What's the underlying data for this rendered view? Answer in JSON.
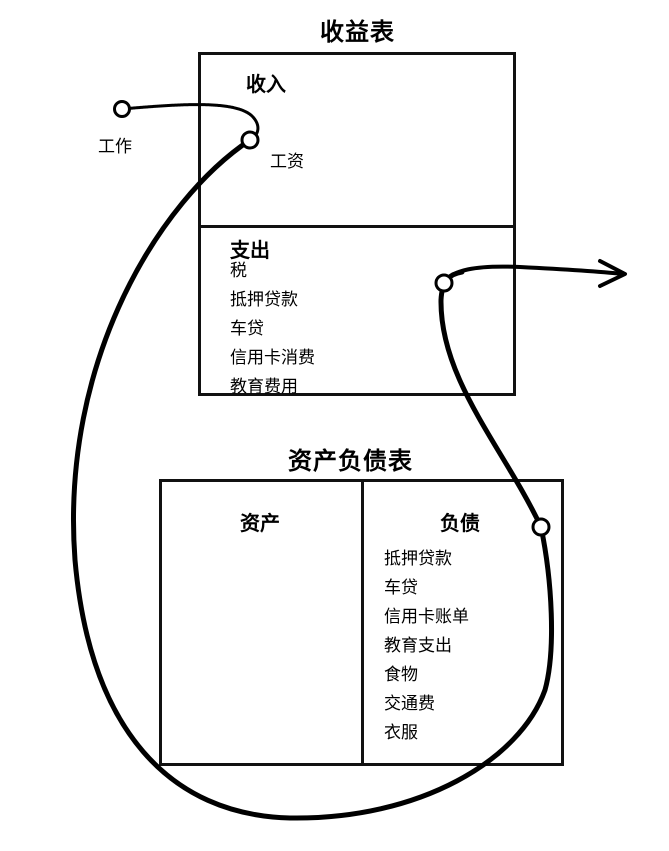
{
  "income_statement": {
    "title": "收益表",
    "income": {
      "heading": "收入",
      "items": [
        "工资"
      ]
    },
    "expenses": {
      "heading": "支出",
      "items": [
        "税",
        "抵押贷款",
        "车贷",
        "信用卡消费",
        "教育费用"
      ]
    }
  },
  "balance_sheet": {
    "title": "资产负债表",
    "assets": {
      "heading": "资产",
      "items": []
    },
    "liabilities": {
      "heading": "负债",
      "items": [
        "抵押贷款",
        "车贷",
        "信用卡账单",
        "教育支出",
        "食物",
        "交通费",
        "衣服"
      ]
    }
  },
  "external": {
    "work_label": "工作"
  }
}
